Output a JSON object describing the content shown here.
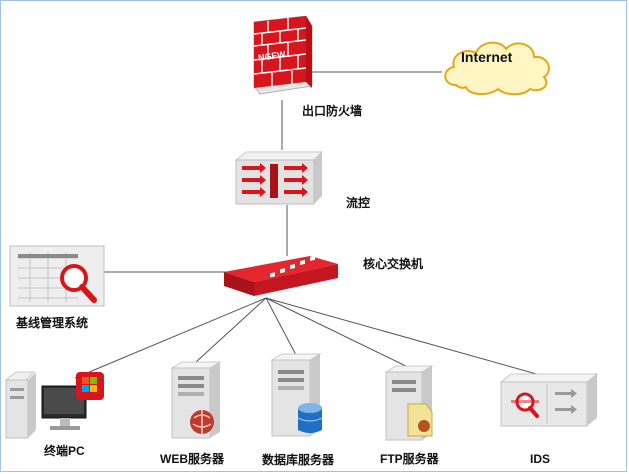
{
  "nodes": {
    "internet": {
      "label": "Internet",
      "icon": "cloud-icon"
    },
    "ngfw": {
      "label": "出口防火墙",
      "badge": "NGFW",
      "icon": "firewall-icon"
    },
    "flow": {
      "label": "流控",
      "icon": "flow-control-icon"
    },
    "core": {
      "label": "核心交换机",
      "icon": "switch-icon"
    },
    "baseline": {
      "label": "基线管理系统",
      "icon": "baseline-monitor-icon"
    },
    "pc": {
      "label": "终端PC",
      "icon": "desktop-pc-icon"
    },
    "web": {
      "label": "WEB服务器",
      "icon": "web-server-icon"
    },
    "db": {
      "label": "数据库服务器",
      "icon": "database-server-icon"
    },
    "ftp": {
      "label": "FTP服务器",
      "icon": "ftp-server-icon"
    },
    "ids": {
      "label": "IDS",
      "icon": "ids-icon"
    }
  },
  "colors": {
    "accent_red": "#d8141c",
    "device_gray": "#d9d9d9",
    "cloud_yellow": "#fff6c4",
    "cloud_border": "#e6a81a",
    "frame_blue": "#9ec3e6"
  }
}
